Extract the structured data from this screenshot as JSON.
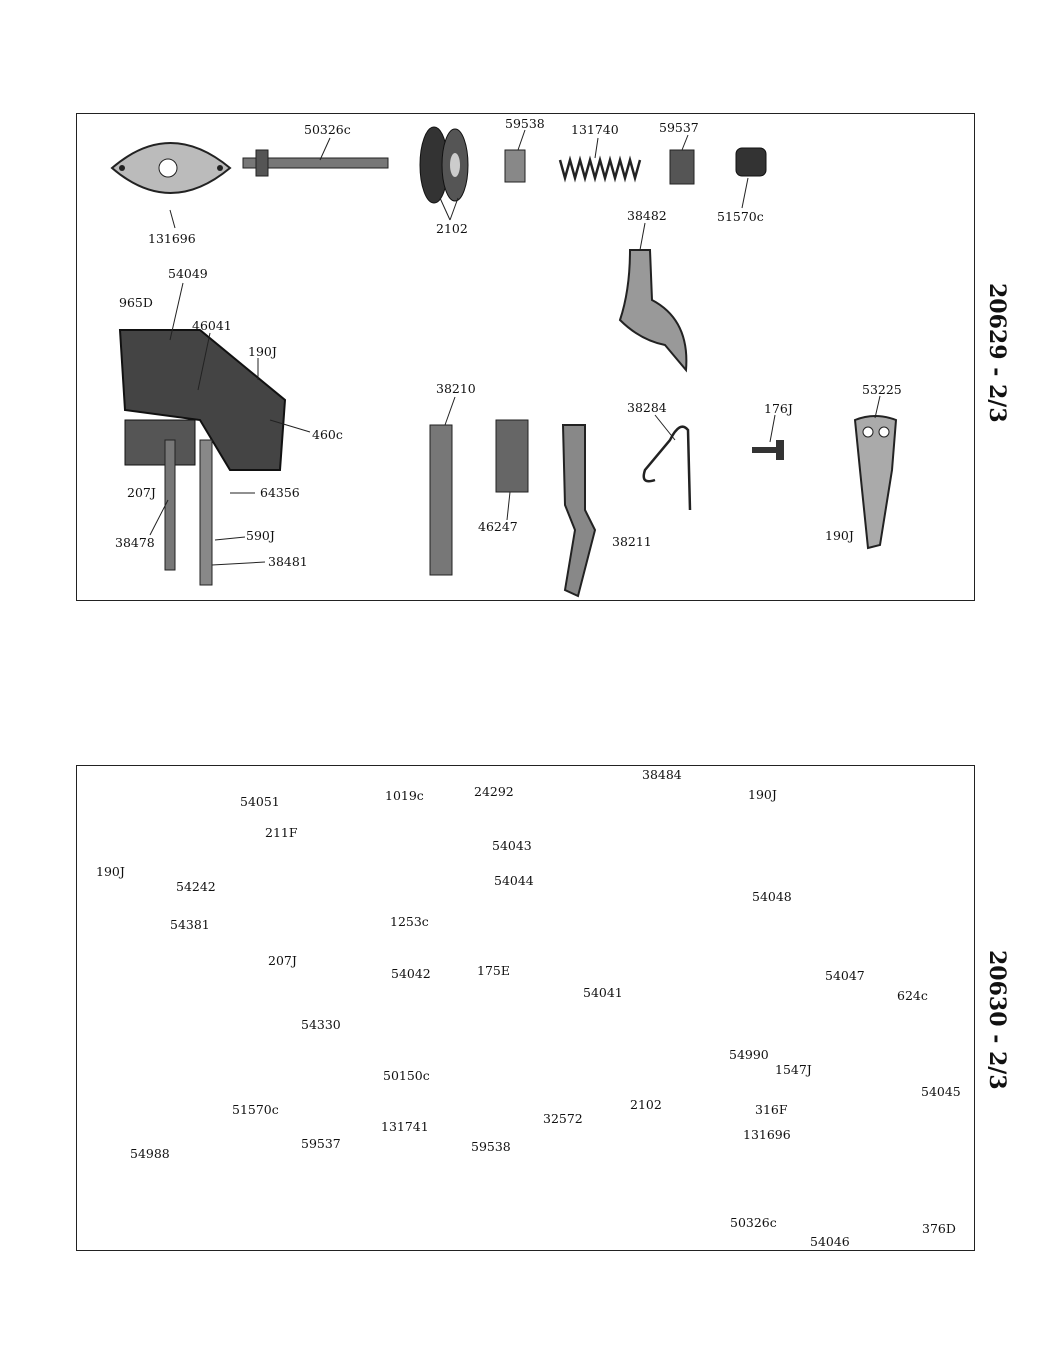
{
  "plates": [
    {
      "id": "top",
      "plate_label": "20629 - 2/3",
      "part_numbers": [
        "50326c",
        "59538",
        "131740",
        "59537",
        "131696",
        "2102",
        "51570c",
        "38482",
        "54049",
        "965D",
        "46041",
        "190J",
        "460c",
        "207J",
        "64356",
        "38478",
        "590J",
        "38481",
        "38210",
        "46247",
        "38211",
        "38284",
        "176J",
        "53225",
        "190J"
      ]
    },
    {
      "id": "bottom",
      "plate_label": "20630 - 2/3",
      "part_numbers": [
        "54051",
        "211F",
        "1019c",
        "24292",
        "38484",
        "190J",
        "54043",
        "190J",
        "54242",
        "54044",
        "1253c",
        "54381",
        "54048",
        "207J",
        "54042",
        "175E",
        "54041",
        "54047",
        "624c",
        "54330",
        "54990",
        "50150c",
        "1547J",
        "54045",
        "51570c",
        "316F",
        "131741",
        "32572",
        "2102",
        "131696",
        "59537",
        "59538",
        "54988",
        "50326c",
        "376D",
        "54046"
      ]
    }
  ]
}
